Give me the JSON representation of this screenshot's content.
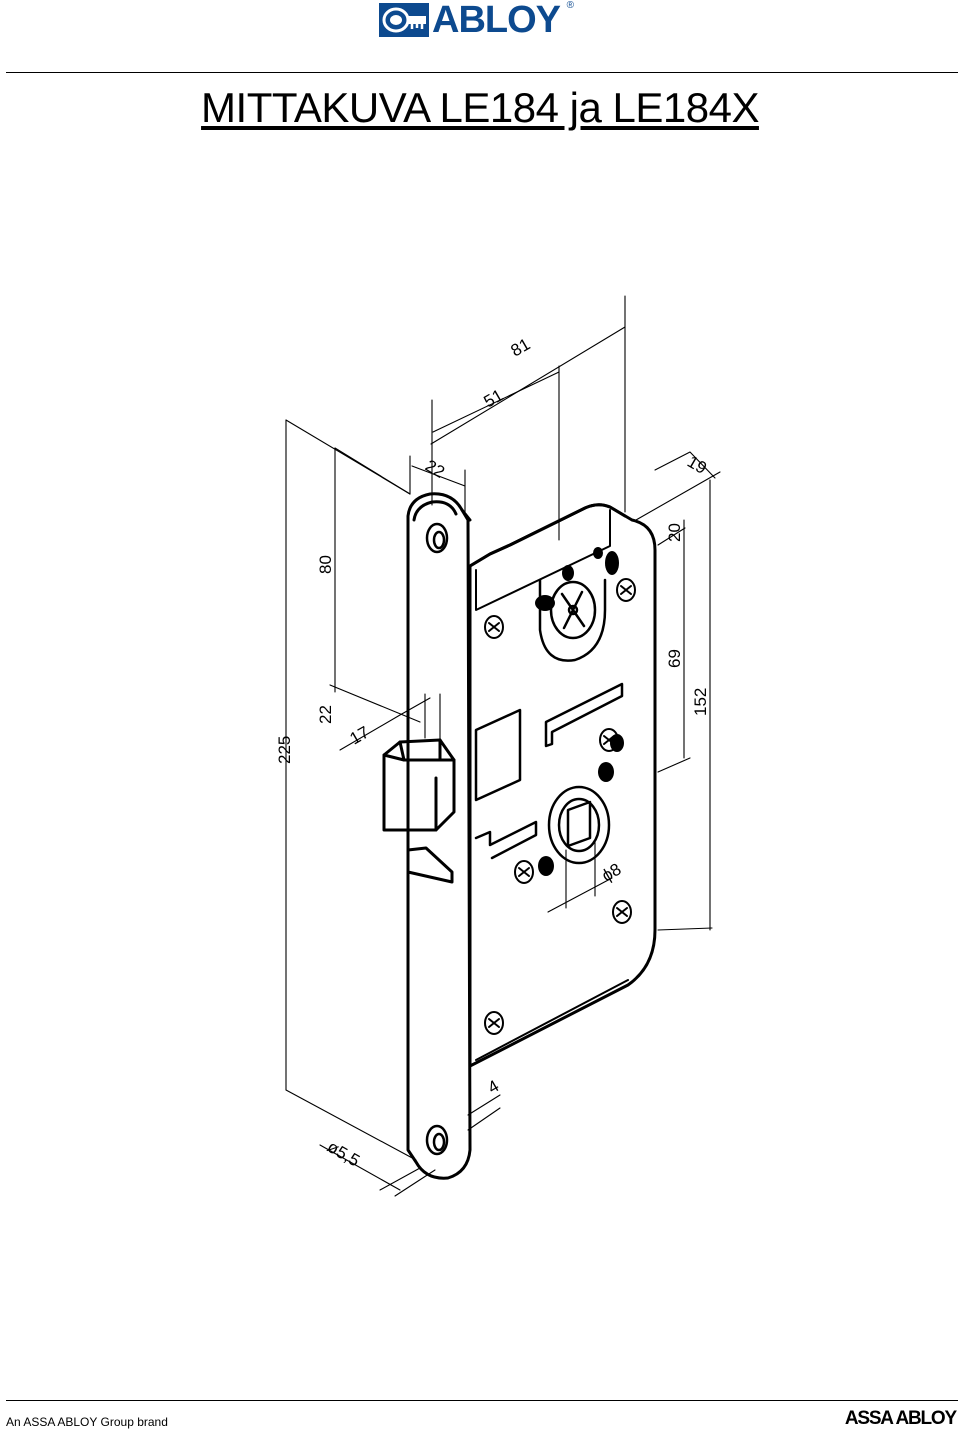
{
  "header": {
    "logo_text": "ABLOY",
    "logo_registered": "®",
    "brand_color": "#0d4a8f",
    "logo_icon": "abloy-key-emblem-icon"
  },
  "title": "MITTAKUVA LE184 ja LE184X",
  "dimensions": {
    "d81": "81",
    "d51": "51",
    "d22_top": "22",
    "d19": "19",
    "d20": "20",
    "d69": "69",
    "d152": "152",
    "d80": "80",
    "d225": "225",
    "d22_side": "22",
    "d17": "17",
    "d8": "ϕ8",
    "d4": "4",
    "d55": "ø5,5"
  },
  "footer": {
    "left_text": "An ASSA ABLOY Group brand",
    "right_text": "ASSA ABLOY"
  }
}
